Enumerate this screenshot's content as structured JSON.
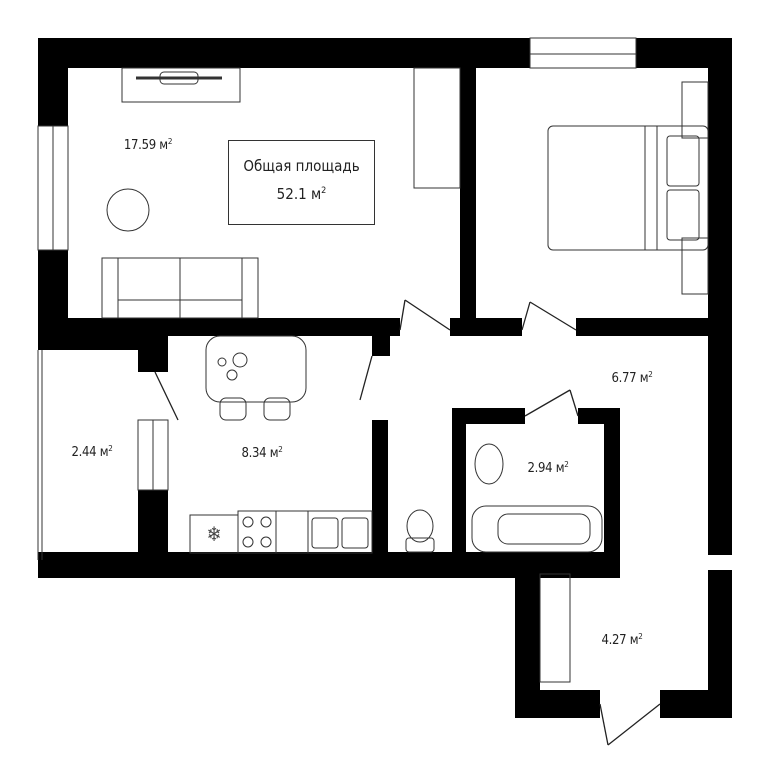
{
  "plan": {
    "total": {
      "title": "Общая площадь",
      "value": "52.1 м",
      "unit_sup": "2"
    },
    "rooms": [
      {
        "id": "living-room",
        "area": "17.59 м",
        "sup": "2"
      },
      {
        "id": "hallway",
        "area": "6.77 м",
        "sup": "2"
      },
      {
        "id": "balcony",
        "area": "2.44 м",
        "sup": "2"
      },
      {
        "id": "kitchen",
        "area": "8.34 м",
        "sup": "2"
      },
      {
        "id": "bathroom",
        "area": "2.94 м",
        "sup": "2"
      },
      {
        "id": "entrance",
        "area": "4.27 м",
        "sup": "2"
      }
    ],
    "colors": {
      "wall": "#000000",
      "line": "#333333",
      "background": "#ffffff"
    }
  }
}
